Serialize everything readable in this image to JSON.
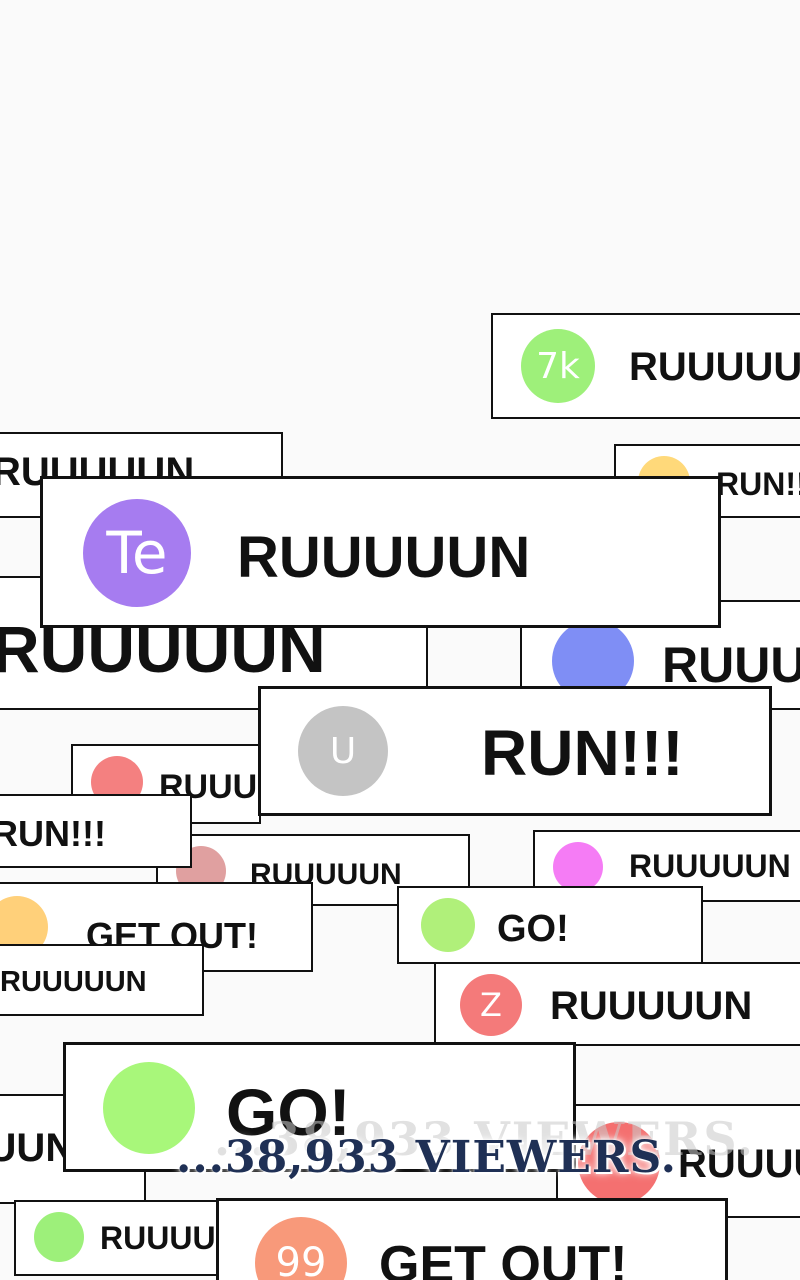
{
  "comments": [
    {
      "id": "c1",
      "avatar_text": "7k",
      "avatar_color": "#9ef07a",
      "message": "RUUUUUN"
    },
    {
      "id": "c2",
      "avatar_text": "",
      "avatar_color": "",
      "message": "RUUUUUN"
    },
    {
      "id": "c3",
      "avatar_text": "",
      "avatar_color": "#ffd97a",
      "message": "RUN!!!"
    },
    {
      "id": "c4",
      "avatar_text": "Te",
      "avatar_color": "#a67cf0",
      "message": "RUUUUUN"
    },
    {
      "id": "c5",
      "avatar_text": "",
      "avatar_color": "",
      "message": "RUUUUUN"
    },
    {
      "id": "c6",
      "avatar_text": "",
      "avatar_color": "#7f8ef5",
      "message": "RUUUUUN"
    },
    {
      "id": "c7",
      "avatar_text": "U",
      "avatar_color": "#c4c4c4",
      "message": "RUN!!!"
    },
    {
      "id": "c8",
      "avatar_text": "",
      "avatar_color": "#f48080",
      "message": "RUUUUUN"
    },
    {
      "id": "c9",
      "avatar_text": "",
      "avatar_color": "",
      "message": "RUN!!!"
    },
    {
      "id": "c10",
      "avatar_text": "",
      "avatar_color": "#e0a0a0",
      "message": "RUUUUUN"
    },
    {
      "id": "c11",
      "avatar_text": "",
      "avatar_color": "#f57cf5",
      "message": "RUUUUUN"
    },
    {
      "id": "c12",
      "avatar_text": "",
      "avatar_color": "#ffd07a",
      "message": "GET OUT!"
    },
    {
      "id": "c13",
      "avatar_text": "",
      "avatar_color": "#b0f07a",
      "message": "GO!"
    },
    {
      "id": "c14",
      "avatar_text": "",
      "avatar_color": "",
      "message": "RUUUUUN"
    },
    {
      "id": "c15",
      "avatar_text": "Z",
      "avatar_color": "#f47a7a",
      "message": "RUUUUUN"
    },
    {
      "id": "c16",
      "avatar_text": "",
      "avatar_color": "#a8f77a",
      "message": "GO!"
    },
    {
      "id": "c17",
      "avatar_text": "",
      "avatar_color": "",
      "message": "RUUUUUN"
    },
    {
      "id": "c18",
      "avatar_text": "",
      "avatar_color": "#f47070",
      "message": "RUUUUUN"
    },
    {
      "id": "c19",
      "avatar_text": "",
      "avatar_color": "#9df07a",
      "message": "RUUUUUN"
    },
    {
      "id": "c20",
      "avatar_text": "99",
      "avatar_color": "#f8997a",
      "message": "GET OUT!"
    }
  ],
  "caption": "...38,933 VIEWERS."
}
